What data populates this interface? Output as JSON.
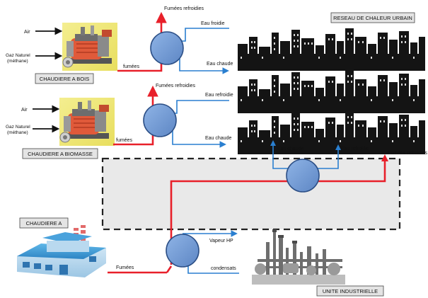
{
  "colors": {
    "hot_flow": "#e8202a",
    "water_flow": "#2a7fd0",
    "exchanger_fill": "#6f9bd6",
    "exchanger_stroke": "#2c4f86",
    "label_box_fill": "#e4e4e4",
    "dashed_zone_fill": "#e9e9e9",
    "city_fill": "#141414",
    "window": "#d8d8d8"
  },
  "icons": {
    "boiler": "industrial-boiler-icon",
    "factory": "factory-icon",
    "industrial_unit": "refinery-icon",
    "city": "city-skyline-icon",
    "exchanger": "heat-exchanger-icon"
  },
  "boiler_wood": {
    "input_air": "Air",
    "input_gas_line1": "Gaz Naturel",
    "input_gas_line2": "(méthane)",
    "title": "CHAUDIERE A BOIS",
    "flue_gas": "fumées",
    "flue_gas_cooled": "Fumées refroidies",
    "cold_water": "Eau froidie",
    "hot_water": "Eau chaude"
  },
  "boiler_biomass": {
    "input_air": "Air",
    "input_gas_line1": "Gaz Naturel",
    "input_gas_line2": "(méthane)",
    "title": "CHAUDIERE A BIOMASSE",
    "flue_gas": "fumées",
    "flue_gas_cooled": "Fumées refroidies",
    "cold_water": "Eau refroidie",
    "hot_water": "Eau chaude"
  },
  "heat_network": {
    "title": "RESEAU DE CHALEUR URBAIN",
    "hot_water": "Eau chaude",
    "cold_water": "Eau refroidie",
    "flue_gas_cooled": "Fumées refroidies"
  },
  "boiler_a": {
    "title": "CHAUDIERE A",
    "flue_gas": "Fumées",
    "steam": "Vapeur HP",
    "condensate": "condensats"
  },
  "industrial_unit": {
    "title": "UNITE INDUSTRIELLE"
  }
}
